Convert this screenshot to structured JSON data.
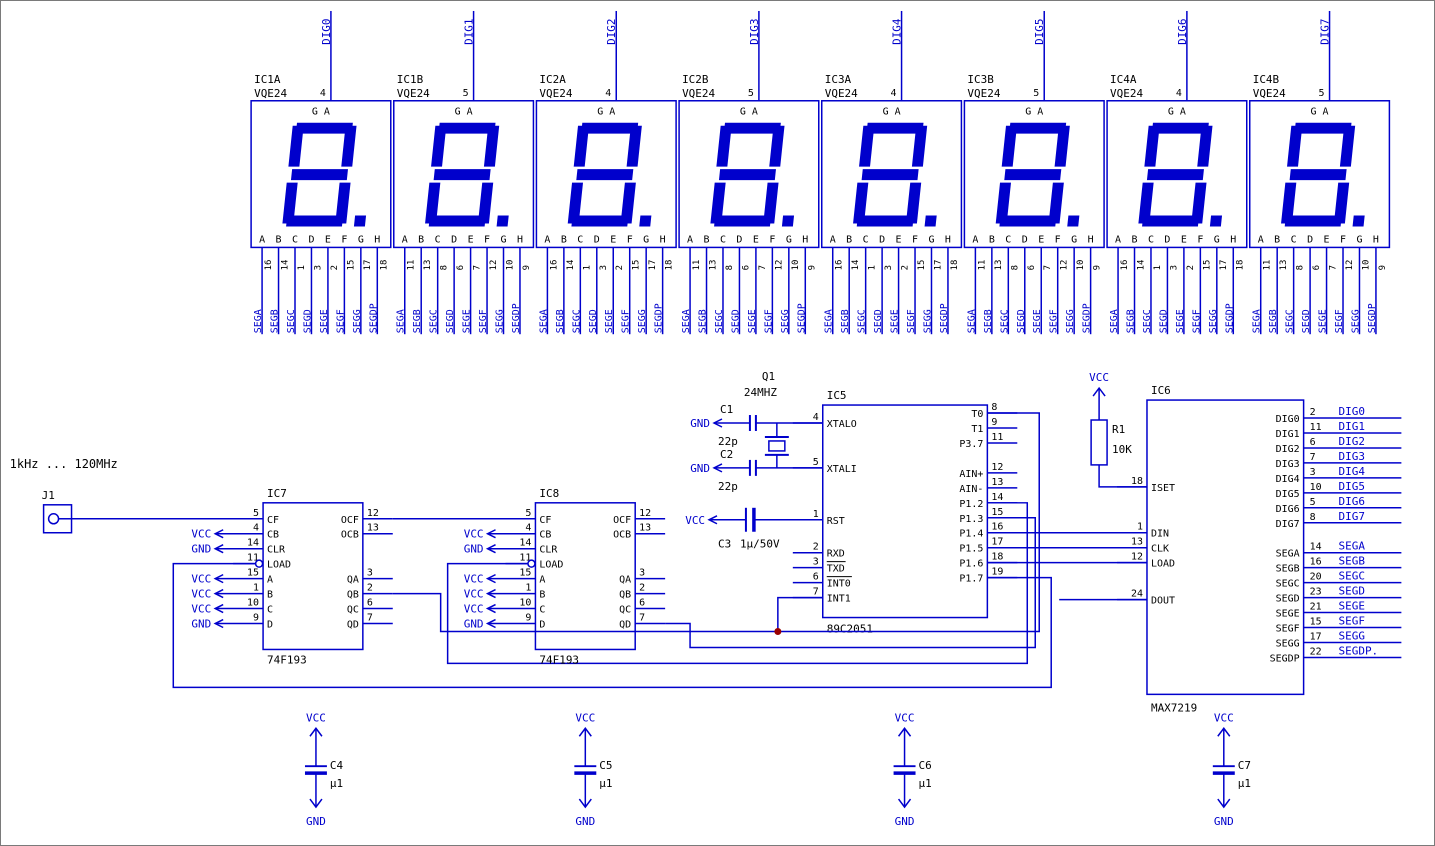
{
  "colors": {
    "wire": "#0000cc",
    "segment": "#0000cc",
    "net": "#0000cc",
    "part": "#000000",
    "pin": "#000000",
    "junction": "#990000",
    "background": "#ffffff"
  },
  "ports": {
    "vcc": "VCC",
    "gnd": "GND"
  },
  "input_connector": {
    "name": "J1",
    "frequency_range": "1kHz ... 120MHz"
  },
  "displays": {
    "digit_shown": "8.",
    "inner_top_label": "G A",
    "inner_bottom_letters": [
      "A",
      "B",
      "C",
      "D",
      "E",
      "F",
      "G",
      "H"
    ],
    "segment_nets": [
      "SEGA",
      "SEGB",
      "SEGC",
      "SEGD",
      "SEGE",
      "SEGF",
      "SEGG",
      "SEGDP"
    ],
    "blocks": [
      {
        "name": "IC1A",
        "part": "VQE24",
        "common_pin": "4",
        "digit_net": "DIG0",
        "segment_pins": [
          "16",
          "14",
          "1",
          "3",
          "2",
          "15",
          "17",
          "18"
        ]
      },
      {
        "name": "IC1B",
        "part": "VQE24",
        "common_pin": "5",
        "digit_net": "DIG1",
        "segment_pins": [
          "11",
          "13",
          "8",
          "6",
          "7",
          "12",
          "10",
          "9"
        ]
      },
      {
        "name": "IC2A",
        "part": "VQE24",
        "common_pin": "4",
        "digit_net": "DIG2",
        "segment_pins": [
          "16",
          "14",
          "1",
          "3",
          "2",
          "15",
          "17",
          "18"
        ]
      },
      {
        "name": "IC2B",
        "part": "VQE24",
        "common_pin": "5",
        "digit_net": "DIG3",
        "segment_pins": [
          "11",
          "13",
          "8",
          "6",
          "7",
          "12",
          "10",
          "9"
        ]
      },
      {
        "name": "IC3A",
        "part": "VQE24",
        "common_pin": "4",
        "digit_net": "DIG4",
        "segment_pins": [
          "16",
          "14",
          "1",
          "3",
          "2",
          "15",
          "17",
          "18"
        ]
      },
      {
        "name": "IC3B",
        "part": "VQE24",
        "common_pin": "5",
        "digit_net": "DIG5",
        "segment_pins": [
          "11",
          "13",
          "8",
          "6",
          "7",
          "12",
          "10",
          "9"
        ]
      },
      {
        "name": "IC4A",
        "part": "VQE24",
        "common_pin": "4",
        "digit_net": "DIG6",
        "segment_pins": [
          "16",
          "14",
          "1",
          "3",
          "2",
          "15",
          "17",
          "18"
        ]
      },
      {
        "name": "IC4B",
        "part": "VQE24",
        "common_pin": "5",
        "digit_net": "DIG7",
        "segment_pins": [
          "11",
          "13",
          "8",
          "6",
          "7",
          "12",
          "10",
          "9"
        ]
      }
    ]
  },
  "counters": [
    {
      "name": "IC7",
      "part": "74F193",
      "left_pins": [
        {
          "num": "5",
          "label": "CF",
          "port": ""
        },
        {
          "num": "4",
          "label": "CB",
          "port": "vcc"
        },
        {
          "num": "14",
          "label": "CLR",
          "port": "gnd"
        },
        {
          "num": "11",
          "label": "LOAD",
          "port": ""
        },
        {
          "num": "15",
          "label": "A",
          "port": "vcc"
        },
        {
          "num": "1",
          "label": "B",
          "port": "vcc"
        },
        {
          "num": "10",
          "label": "C",
          "port": "vcc"
        },
        {
          "num": "9",
          "label": "D",
          "port": "gnd"
        }
      ],
      "right_pins": [
        {
          "num": "12",
          "label": "OCF"
        },
        {
          "num": "13",
          "label": "OCB"
        },
        {
          "num": "3",
          "label": "QA"
        },
        {
          "num": "2",
          "label": "QB"
        },
        {
          "num": "6",
          "label": "QC"
        },
        {
          "num": "7",
          "label": "QD"
        }
      ]
    },
    {
      "name": "IC8",
      "part": "74F193",
      "left_pins": [
        {
          "num": "5",
          "label": "CF",
          "port": ""
        },
        {
          "num": "4",
          "label": "CB",
          "port": "vcc"
        },
        {
          "num": "14",
          "label": "CLR",
          "port": "gnd"
        },
        {
          "num": "11",
          "label": "LOAD",
          "port": ""
        },
        {
          "num": "15",
          "label": "A",
          "port": "vcc"
        },
        {
          "num": "1",
          "label": "B",
          "port": "vcc"
        },
        {
          "num": "10",
          "label": "C",
          "port": "vcc"
        },
        {
          "num": "9",
          "label": "D",
          "port": "gnd"
        }
      ],
      "right_pins": [
        {
          "num": "12",
          "label": "OCF"
        },
        {
          "num": "13",
          "label": "OCB"
        },
        {
          "num": "3",
          "label": "QA"
        },
        {
          "num": "2",
          "label": "QB"
        },
        {
          "num": "6",
          "label": "QC"
        },
        {
          "num": "7",
          "label": "QD"
        }
      ]
    }
  ],
  "mcu": {
    "name": "IC5",
    "part": "89C2051",
    "left_pins": [
      {
        "num": "4",
        "label": "XTALO"
      },
      {
        "num": "5",
        "label": "XTALI"
      },
      {
        "num": "1",
        "label": "RST"
      },
      {
        "num": "2",
        "label": "RXD"
      },
      {
        "num": "3",
        "label": "TXD",
        "overline": true
      },
      {
        "num": "6",
        "label": "INT0",
        "overline": true
      },
      {
        "num": "7",
        "label": "INT1"
      }
    ],
    "right_pins": [
      {
        "num": "8",
        "label": "T0"
      },
      {
        "num": "9",
        "label": "T1"
      },
      {
        "num": "11",
        "label": "P3.7"
      },
      {
        "num": "12",
        "label": "AIN+"
      },
      {
        "num": "13",
        "label": "AIN-"
      },
      {
        "num": "14",
        "label": "P1.2"
      },
      {
        "num": "15",
        "label": "P1.3"
      },
      {
        "num": "16",
        "label": "P1.4"
      },
      {
        "num": "17",
        "label": "P1.5"
      },
      {
        "num": "18",
        "label": "P1.6"
      },
      {
        "num": "19",
        "label": "P1.7"
      }
    ]
  },
  "driver": {
    "name": "IC6",
    "part": "MAX7219",
    "left_pins": [
      {
        "num": "18",
        "label": "ISET"
      },
      {
        "num": "1",
        "label": "DIN"
      },
      {
        "num": "13",
        "label": "CLK"
      },
      {
        "num": "12",
        "label": "LOAD"
      },
      {
        "num": "24",
        "label": "DOUT"
      }
    ],
    "right_pins": [
      {
        "num": "2",
        "label": "DIG0",
        "net": "DIG0"
      },
      {
        "num": "11",
        "label": "DIG1",
        "net": "DIG1"
      },
      {
        "num": "6",
        "label": "DIG2",
        "net": "DIG2"
      },
      {
        "num": "7",
        "label": "DIG3",
        "net": "DIG3"
      },
      {
        "num": "3",
        "label": "DIG4",
        "net": "DIG4"
      },
      {
        "num": "10",
        "label": "DIG5",
        "net": "DIG5"
      },
      {
        "num": "5",
        "label": "DIG6",
        "net": "DIG6"
      },
      {
        "num": "8",
        "label": "DIG7",
        "net": "DIG7"
      },
      {
        "num": "14",
        "label": "SEGA",
        "net": "SEGA"
      },
      {
        "num": "16",
        "label": "SEGB",
        "net": "SEGB"
      },
      {
        "num": "20",
        "label": "SEGC",
        "net": "SEGC"
      },
      {
        "num": "23",
        "label": "SEGD",
        "net": "SEGD"
      },
      {
        "num": "21",
        "label": "SEGE",
        "net": "SEGE"
      },
      {
        "num": "15",
        "label": "SEGF",
        "net": "SEGF"
      },
      {
        "num": "17",
        "label": "SEGG",
        "net": "SEGG"
      },
      {
        "num": "22",
        "label": "SEGDP",
        "net": "SEGDP."
      }
    ]
  },
  "crystal": {
    "name": "Q1",
    "value": "24MHZ"
  },
  "capacitors": [
    {
      "name": "C1",
      "value": "22p"
    },
    {
      "name": "C2",
      "value": "22p"
    },
    {
      "name": "C3",
      "value": "1µ/50V"
    },
    {
      "name": "C4",
      "value": "µ1"
    },
    {
      "name": "C5",
      "value": "µ1"
    },
    {
      "name": "C6",
      "value": "µ1"
    },
    {
      "name": "C7",
      "value": "µ1"
    }
  ],
  "resistor": {
    "name": "R1",
    "value": "10K"
  }
}
